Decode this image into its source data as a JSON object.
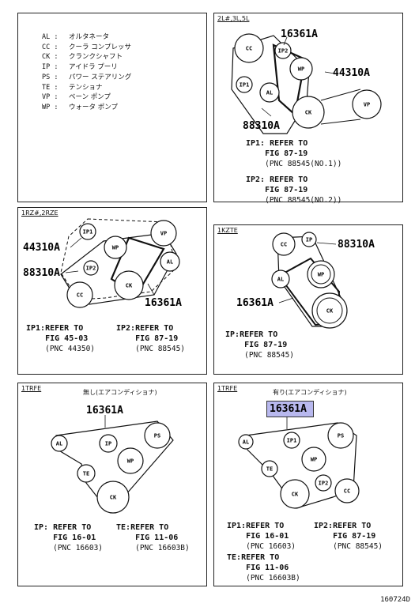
{
  "legend": [
    {
      "abbr": "AL :",
      "name": "オルタネータ"
    },
    {
      "abbr": "CC :",
      "name": "クーラ コンプレッサ"
    },
    {
      "abbr": "CK :",
      "name": "クランクシャフト"
    },
    {
      "abbr": "IP :",
      "name": "アイドラ プーリ"
    },
    {
      "abbr": "PS :",
      "name": "パワー ステアリング"
    },
    {
      "abbr": "TE :",
      "name": "テンショナ"
    },
    {
      "abbr": "VP :",
      "name": "ベーン ポンプ"
    },
    {
      "abbr": "WP :",
      "name": "ウォータ ポンプ"
    }
  ],
  "p1": {
    "title": "2L#,3L,5L",
    "labels": [
      "CC",
      "IP2",
      "WP",
      "IP1",
      "AL",
      "CK",
      "VP"
    ],
    "callouts": [
      "16361A",
      "44310A",
      "88310A"
    ],
    "refs": [
      {
        "id": "IP1:",
        "line1": "REFER TO",
        "line2": "FIG 87-19",
        "line3": "(PNC 88545(NO.1))"
      },
      {
        "id": "IP2:",
        "line1": "REFER TO",
        "line2": "FIG 87-19",
        "line3": "(PNC 88545(NO.2))"
      }
    ]
  },
  "p2": {
    "title": "1RZ#,2RZE",
    "labels": [
      "IP1",
      "VP",
      "WP",
      "IP2",
      "AL",
      "CK",
      "CC"
    ],
    "callouts": [
      "44310A",
      "88310A",
      "16361A"
    ],
    "refs": [
      {
        "id": "IP1:",
        "line1": "REFER TO",
        "line2": "FIG 45-03",
        "line3": "(PNC 44350)"
      },
      {
        "id": "IP2:",
        "line1": "REFER TO",
        "line2": "FIG 87-19",
        "line3": "(PNC 88545)"
      }
    ]
  },
  "p3": {
    "title": "1KZTE",
    "labels": [
      "CC",
      "IP",
      "WP",
      "AL",
      "CK"
    ],
    "callouts": [
      "88310A",
      "16361A"
    ],
    "refs": [
      {
        "id": "IP:",
        "line1": "REFER TO",
        "line2": "FIG 87-19",
        "line3": "(PNC 88545)"
      }
    ]
  },
  "p4": {
    "title": "1TRFE",
    "caption": "無し(エアコンディショナ)",
    "labels": [
      "AL",
      "IP",
      "PS",
      "WP",
      "TE",
      "CK"
    ],
    "callouts": [
      "16361A"
    ],
    "refs": [
      {
        "id": "IP:",
        "line1": "REFER TO",
        "line2": "FIG 16-01",
        "line3": "(PNC 16603)"
      },
      {
        "id": "TE:",
        "line1": "REFER TO",
        "line2": "FIG 11-06",
        "line3": "(PNC 16603B)"
      }
    ]
  },
  "p5": {
    "title": "1TRFE",
    "caption": "有り(エアコンディショナ)",
    "labels": [
      "AL",
      "IP1",
      "PS",
      "WP",
      "TE",
      "IP2",
      "CK",
      "CC"
    ],
    "callouts": [
      "16361A"
    ],
    "refs": [
      {
        "id": "IP1:",
        "line1": "REFER TO",
        "line2": "FIG 16-01",
        "line3": "(PNC 16603)"
      },
      {
        "id": "IP2:",
        "line1": "REFER TO",
        "line2": "FIG 87-19",
        "line3": "(PNC 88545)"
      },
      {
        "id": "TE:",
        "line1": "REFER TO",
        "line2": "FIG 11-06",
        "line3": "(PNC 16603B)"
      }
    ]
  },
  "footer": "160724D"
}
